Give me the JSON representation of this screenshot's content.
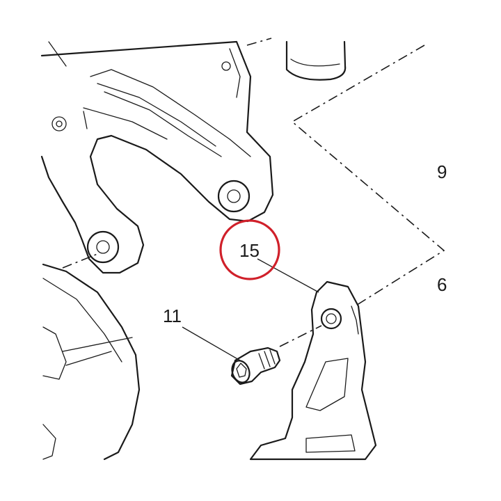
{
  "callouts": {
    "c15": "15",
    "c11": "11",
    "c9": "9",
    "c6": "6"
  },
  "highlight": {
    "target": "15",
    "color": "#d0202a"
  }
}
